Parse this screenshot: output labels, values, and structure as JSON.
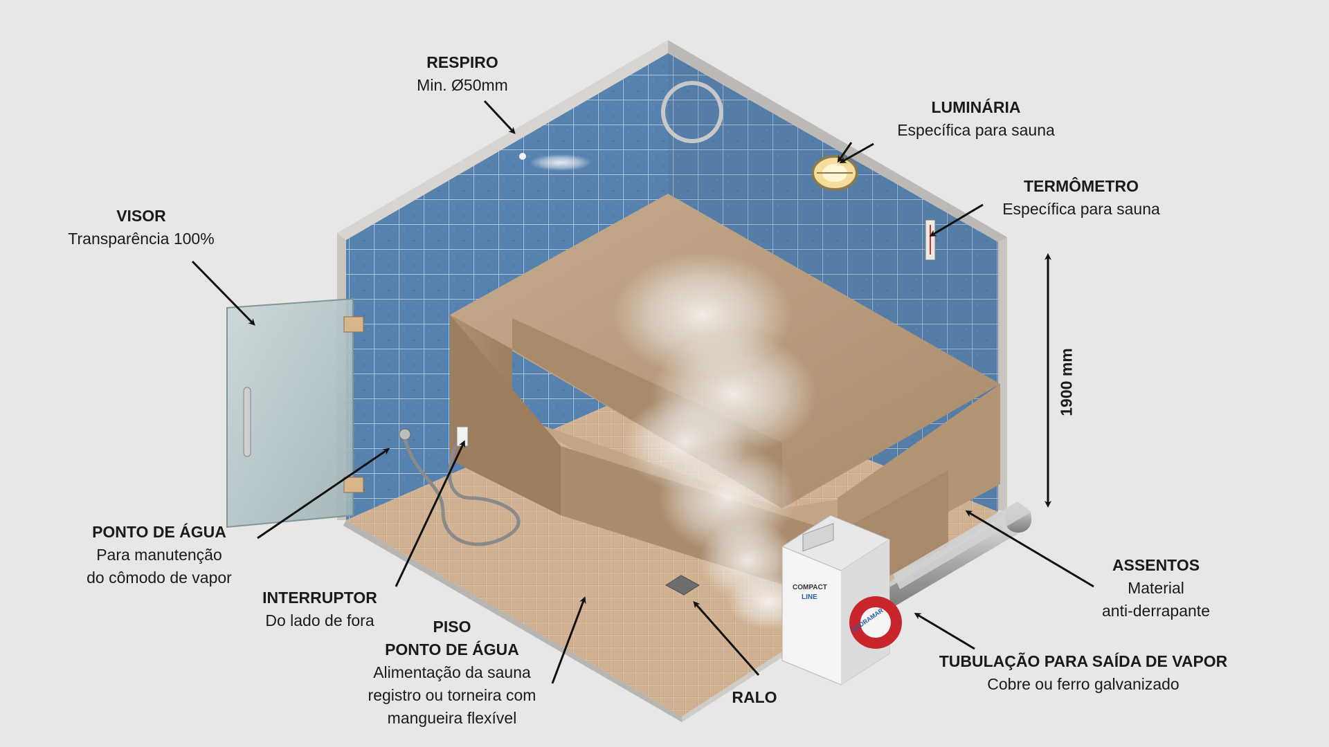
{
  "labels": {
    "respiro": {
      "title": "RESPIRO",
      "sub": "Min. Ø50mm"
    },
    "luminaria": {
      "title": "LUMINÁRIA",
      "sub": "Específica para sauna"
    },
    "termometro": {
      "title": "TERMÔMETRO",
      "sub": "Específica para sauna"
    },
    "visor": {
      "title": "VISOR",
      "sub": "Transparência 100%"
    },
    "ponto_agua": {
      "title": "PONTO DE ÁGUA",
      "sub1": "Para manutenção",
      "sub2": "do cômodo de vapor"
    },
    "interruptor": {
      "title": "INTERRUPTOR",
      "sub": "Do lado de fora"
    },
    "piso": {
      "title1": "PISO",
      "title2": "PONTO DE ÁGUA",
      "sub1": "Alimentação da sauna",
      "sub2": "registro ou torneira com",
      "sub3": "mangueira flexível"
    },
    "ralo": {
      "title": "RALO"
    },
    "assentos": {
      "title": "ASSENTOS",
      "sub1": "Material",
      "sub2": "anti-derrapante"
    },
    "tubulacao": {
      "title": "TUBULAÇÃO PARA SAÍDA DE VAPOR",
      "sub": "Cobre ou ferro galvanizado"
    }
  },
  "dimension": {
    "height_label": "1900 mm"
  },
  "generator": {
    "brand1": "COMPACT",
    "brand2": "LINE",
    "brand3": "SODRAMAR"
  },
  "colors": {
    "background": "#e8e7e7",
    "wall_tile": "#4a77a6",
    "floor_tile": "#c9ab8c",
    "wood": "#b89a7b",
    "concrete": "#c8c4c0",
    "arrow": "#111111"
  }
}
